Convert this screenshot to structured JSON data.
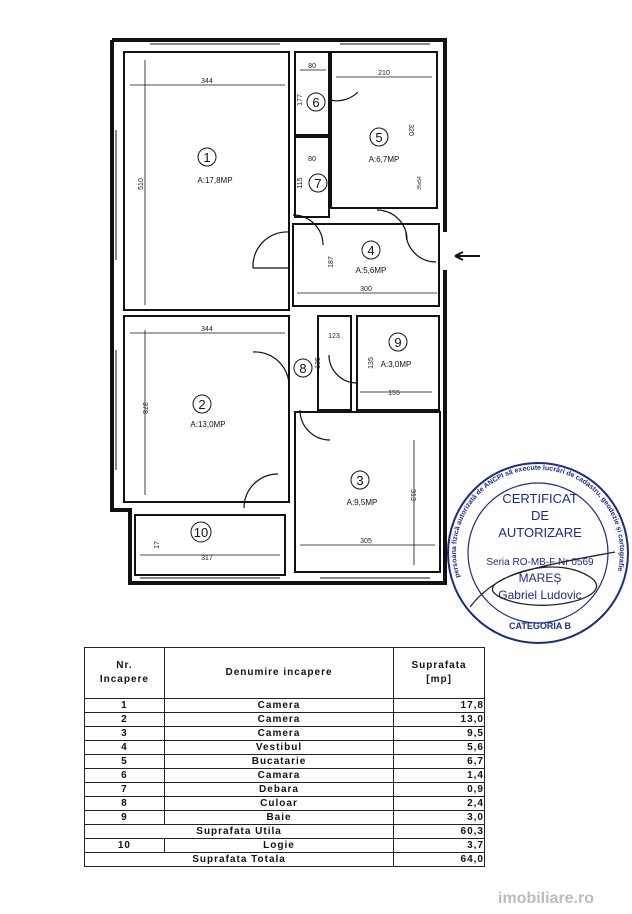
{
  "plan": {
    "rooms": [
      {
        "num": "1",
        "area": "A:17,8MP"
      },
      {
        "num": "2",
        "area": "A:13,0MP"
      },
      {
        "num": "3",
        "area": "A:9,5MP"
      },
      {
        "num": "4",
        "area": "A:5,6MP"
      },
      {
        "num": "5",
        "area": "A:6,7MP"
      },
      {
        "num": "6",
        "area": ""
      },
      {
        "num": "7",
        "area": ""
      },
      {
        "num": "8",
        "area": ""
      },
      {
        "num": "9",
        "area": "A:3,0MP"
      },
      {
        "num": "10",
        "area": ""
      }
    ],
    "dims": [
      "344",
      "510",
      "80",
      "177",
      "210",
      "320",
      "80",
      "115",
      "187",
      "300",
      "344",
      "123",
      "135",
      "135",
      "155",
      "378",
      "313",
      "305",
      "17",
      "317",
      "35x54"
    ]
  },
  "stamp": {
    "line1": "CERTIFICAT",
    "line2": "DE",
    "line3": "AUTORIZARE",
    "line4": "Seria RO-MB-F Nr 0569",
    "line5": "MAREȘ",
    "line6": "Gabriel Ludovic",
    "ring_top": "persoana fizică autorizată de ANCPI să execute lucrări de cadastru, geodezie și cartografie",
    "category": "CATEGORIA B"
  },
  "table": {
    "headers": {
      "nr": "Nr.\nIncapere",
      "name": "Denumire incapere",
      "area": "Suprafata\n[mp]"
    },
    "rows": [
      {
        "nr": "1",
        "name": "Camera",
        "area": "17,8"
      },
      {
        "nr": "2",
        "name": "Camera",
        "area": "13,0"
      },
      {
        "nr": "3",
        "name": "Camera",
        "area": "9,5"
      },
      {
        "nr": "4",
        "name": "Vestibul",
        "area": "5,6"
      },
      {
        "nr": "5",
        "name": "Bucatarie",
        "area": "6,7"
      },
      {
        "nr": "6",
        "name": "Camara",
        "area": "1,4"
      },
      {
        "nr": "7",
        "name": "Debara",
        "area": "0,9"
      },
      {
        "nr": "8",
        "name": "Culoar",
        "area": "2,4"
      },
      {
        "nr": "9",
        "name": "Baie",
        "area": "3,0"
      }
    ],
    "util_label": "Suprafata Utila",
    "util_value": "60,3",
    "row10": {
      "nr": "10",
      "name": "Logie",
      "area": "3,7"
    },
    "total_label": "Suprafata Totala",
    "total_value": "64,0"
  },
  "watermark": "imobiliare.ro",
  "colors": {
    "ink": "#111111",
    "stamp": "#1c2a8a"
  }
}
